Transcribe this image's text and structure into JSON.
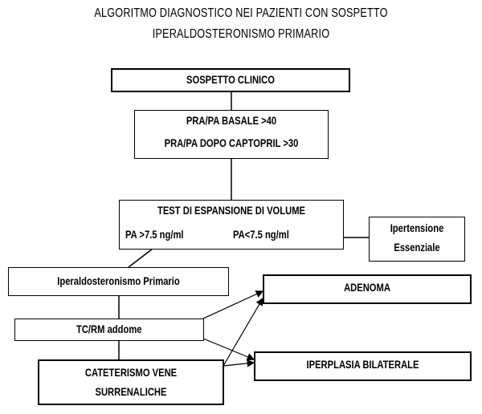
{
  "title": {
    "line1": "ALGORITMO DIAGNOSTICO NEI PAZIENTI CON SOSPETTO",
    "line2": "IPERALDOSTERONISMO PRIMARIO"
  },
  "nodes": {
    "sospetto": "SOSPETTO CLINICO",
    "pra_basale": "PRA/PA BASALE >40",
    "pra_captopril": "PRA/PA DOPO CAPTOPRIL >30",
    "test_volume": "TEST DI ESPANSIONE DI VOLUME",
    "pa_high": "PA >7.5 ng/ml",
    "pa_low": "PA<7.5 ng/ml",
    "ipertensione_1": "Ipertensione",
    "ipertensione_2": "Essenziale",
    "iperaldo": "Iperaldosteronismo Primario",
    "adenoma": "ADENOMA",
    "tc_rm": "TC/RM addome",
    "iperplasia": "IPERPLASIA BILATERALE",
    "cateterismo_1": "CATETERISMO VENE",
    "cateterismo_2": "SURRENALICHE"
  }
}
